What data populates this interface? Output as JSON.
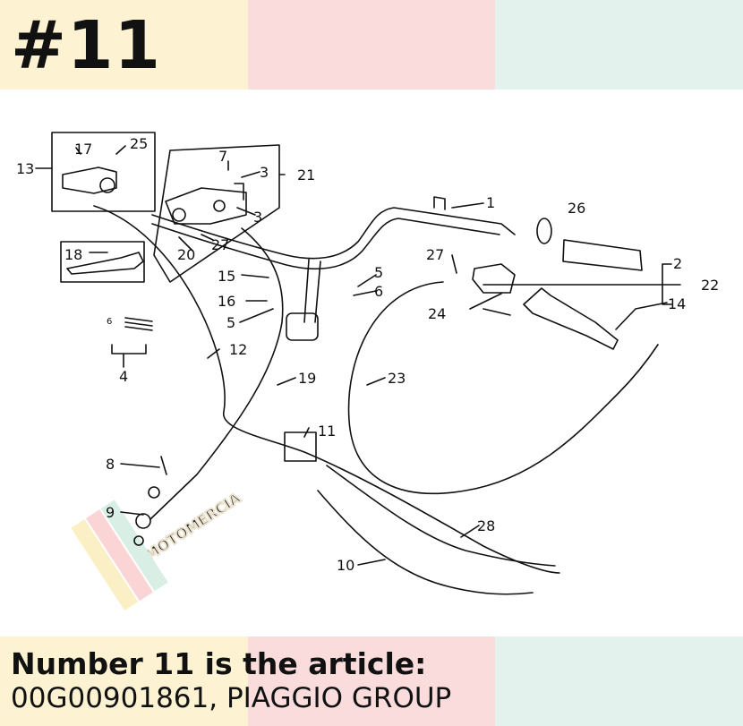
{
  "header": {
    "title": "#11"
  },
  "colors": {
    "band_yellow": "#fdf3d2",
    "band_pink": "#fbdcdc",
    "band_mint": "#e3f2ec",
    "line": "#111111"
  },
  "watermark": {
    "text": "MOTOMERCIA"
  },
  "callouts": {
    "c1": "1",
    "c2": "2",
    "c3a": "3",
    "c3b": "3",
    "c4": "4",
    "c5a": "5",
    "c5b": "5",
    "c6a": "6",
    "c6b": "6",
    "c7": "7",
    "c8": "8",
    "c9": "9",
    "c10": "10",
    "c11": "11",
    "c12": "12",
    "c13": "13",
    "c14": "14",
    "c15": "15",
    "c16": "16",
    "c17": "17",
    "c18": "18",
    "c19": "19",
    "c20": "20",
    "c21": "21",
    "c22": "22",
    "c23": "23",
    "c24": "24",
    "c25": "25",
    "c26": "26",
    "c27a": "27",
    "c27b": "27",
    "c28": "28"
  },
  "footer": {
    "line1": "Number 11 is the article:",
    "line2": "00G00901861, PIAGGIO GROUP"
  }
}
